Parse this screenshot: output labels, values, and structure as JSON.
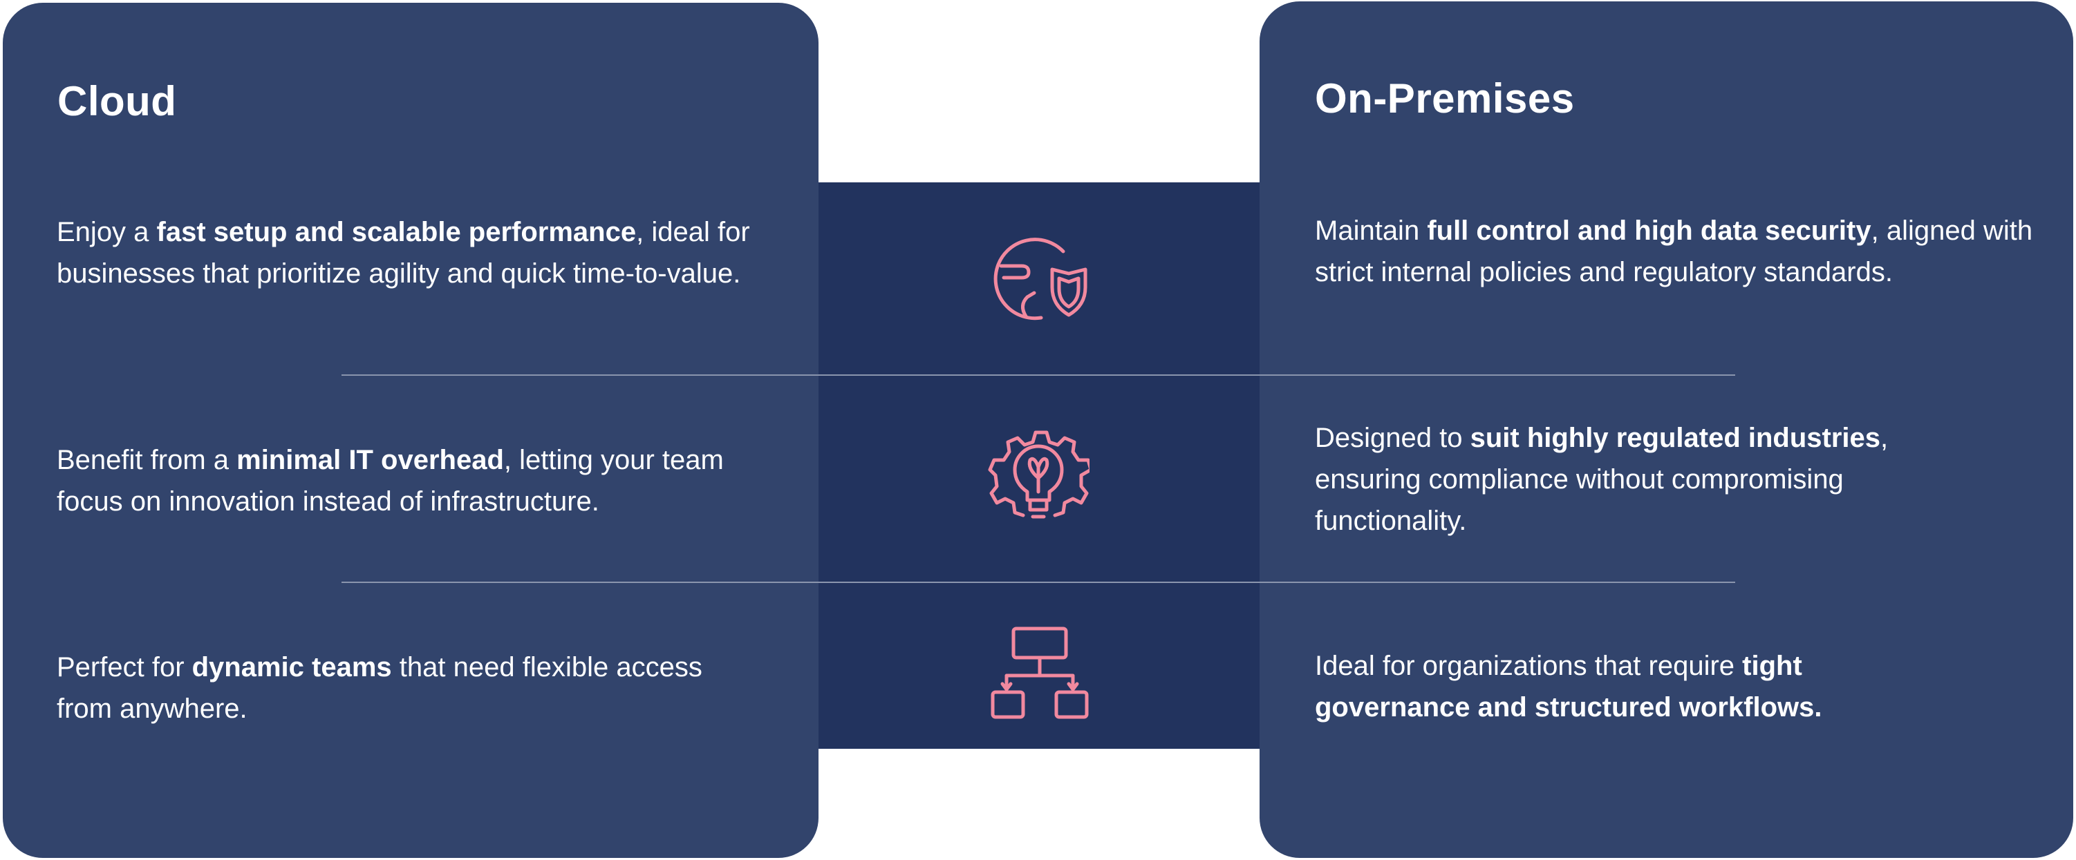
{
  "colors": {
    "card_bg": "#32446c",
    "band_bg": "#22335e",
    "icon_accent": "#f2899f",
    "text": "#ffffff",
    "divider": "#8a95ad"
  },
  "cloud": {
    "title": "Cloud",
    "items": [
      {
        "pre": "Enjoy a ",
        "bold": "fast setup and scalable performance",
        "post": ", ideal for businesses that prioritize agility and quick time-to-value."
      },
      {
        "pre": "Benefit from a ",
        "bold": "minimal IT overhead",
        "post": ", letting your team focus on innovation instead of infrastructure."
      },
      {
        "pre": "Perfect for ",
        "bold": "dynamic teams",
        "post": " that need flexible access from anywhere."
      }
    ]
  },
  "on_premises": {
    "title": "On-Premises",
    "items": [
      {
        "pre": "Maintain ",
        "bold": "full control and high data security",
        "post": ", aligned with strict internal policies and regulatory standards."
      },
      {
        "pre": "Designed to ",
        "bold": "suit highly regulated industries",
        "post": ", ensuring compliance without compromising functionality."
      },
      {
        "pre": "Ideal for organizations that require ",
        "bold": "tight governance and structured workflows.",
        "post": ""
      }
    ]
  },
  "icons": [
    "globe-shield-icon",
    "gear-lightbulb-icon",
    "hierarchy-flow-icon"
  ]
}
